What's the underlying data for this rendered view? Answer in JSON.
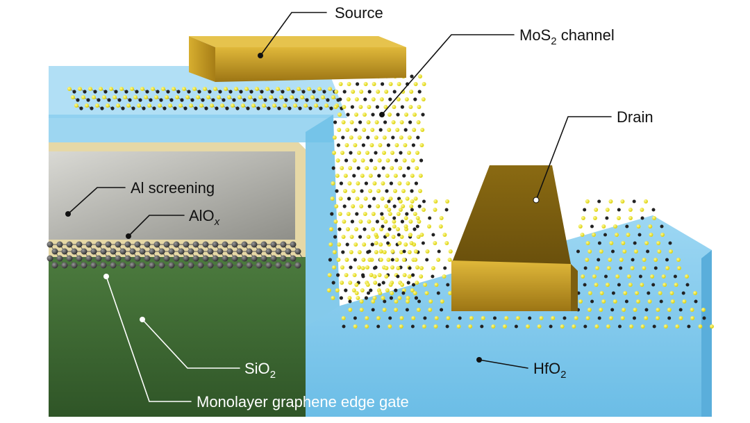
{
  "labels": {
    "source": "Source",
    "mos2_base": "MoS",
    "mos2_sub": "2",
    "mos2_rest": " channel",
    "drain": "Drain",
    "al_screening": "Al screening",
    "alox_base": "AlO",
    "alox_sub": "x",
    "sio2_base": "SiO",
    "sio2_sub": "2",
    "hfo2_base": "HfO",
    "hfo2_sub": "2",
    "graphene_gate": "Monolayer graphene edge gate"
  },
  "colors": {
    "gold": "#c9a227",
    "hfo2_blue": "#7cc6ea",
    "sio2_green": "#3f6b35",
    "al_gray": "#b8b8b2",
    "alox_beige": "#e8dcae",
    "sulfur_yellow": "#f2ea1c",
    "molybdenum_dark": "#222222",
    "carbon_gray": "#4a4a4a"
  }
}
